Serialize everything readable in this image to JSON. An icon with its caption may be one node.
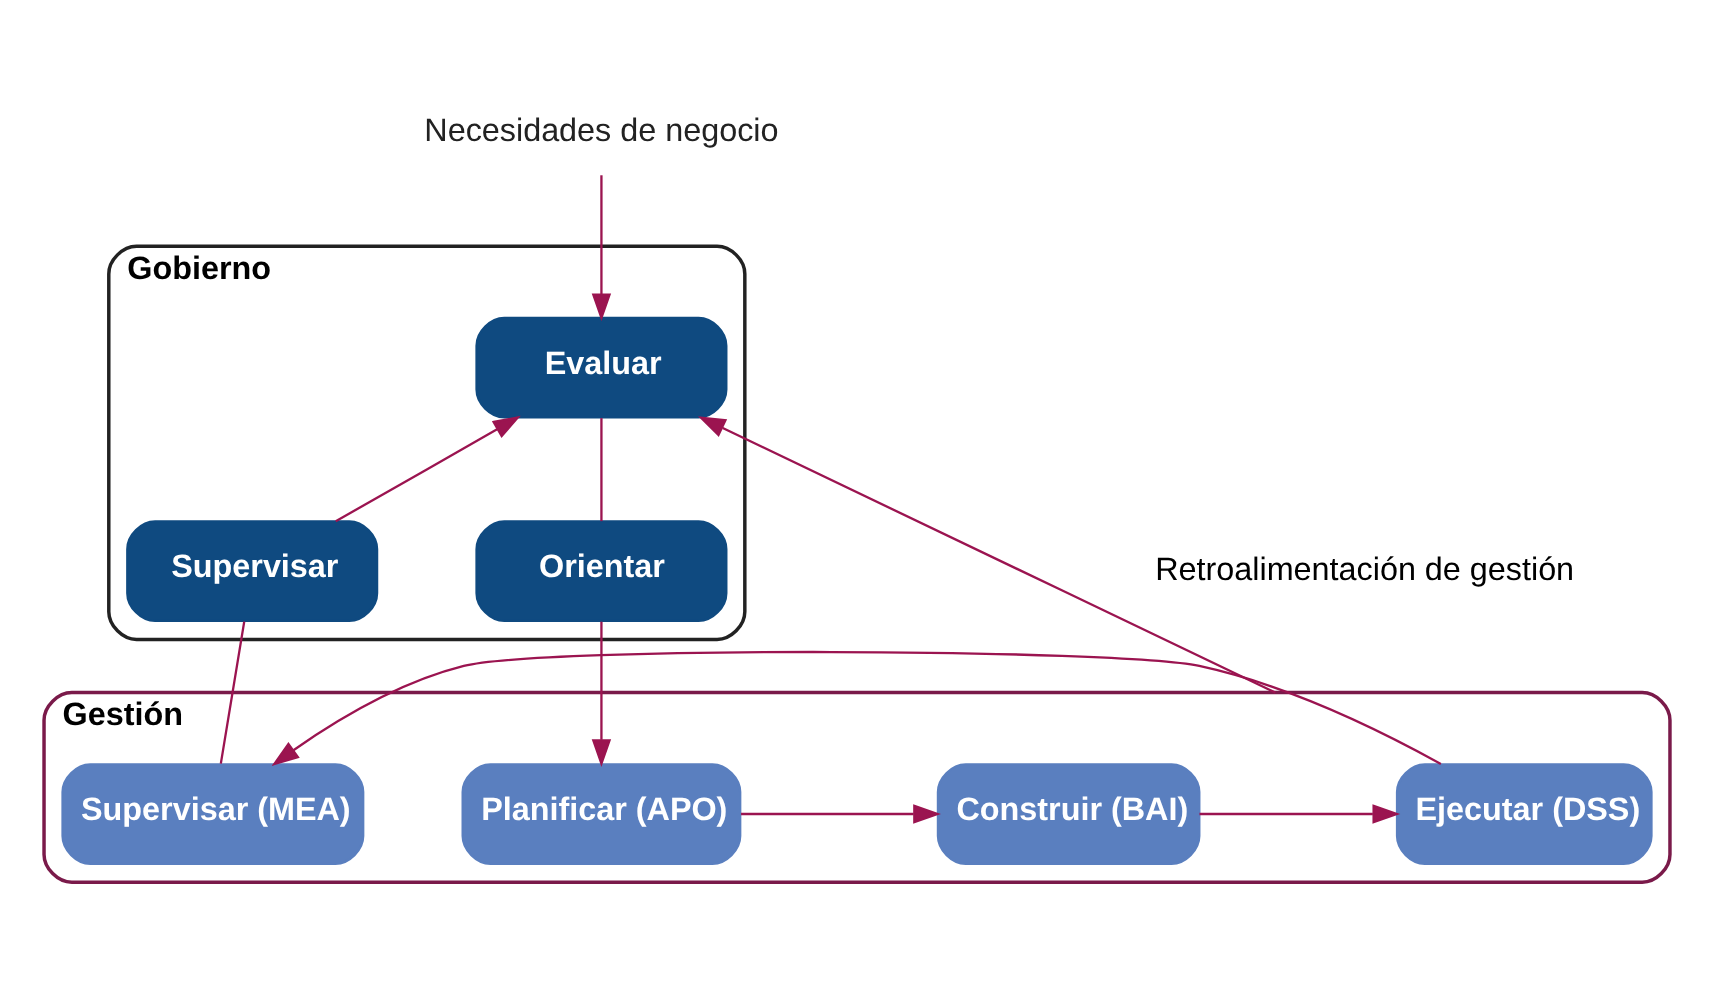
{
  "diagram": {
    "nodes": [
      {
        "text": [
          "Necesidades de negocio"
        ]
      },
      {
        "text": [
          "Gobierno"
        ]
      },
      {
        "text": [
          "Evaluar"
        ],
        "in": 1
      },
      {
        "text": [
          "Orientar"
        ],
        "in": 1
      },
      {
        "text": [
          "Supervisar"
        ],
        "in": 1
      },
      {
        "text": [
          "Gestión"
        ]
      },
      {
        "text": [
          "Planificar (APO)"
        ],
        "in": 5
      },
      {
        "text": [
          "Construir (BAI)"
        ],
        "in": 5
      },
      {
        "text": [
          "Ejecutar (DSS)"
        ],
        "in": 5
      },
      {
        "text": [
          "Supervisar (MEA)"
        ],
        "in": 5
      }
    ],
    "edges": [
      {
        "from": 0,
        "to": 2,
        "arrow": "to"
      },
      {
        "from": 2,
        "to": 3,
        "arrow": "none"
      },
      {
        "from": 3,
        "to": 6,
        "arrow": "to"
      },
      {
        "from": 9,
        "to": 4,
        "arrow": "none"
      },
      {
        "from": 4,
        "to": 2,
        "arrow": "to"
      },
      {
        "from": 5,
        "to": 2,
        "arrow": "to",
        "label": "Retroalimentación de gestión"
      },
      {
        "from": 6,
        "to": 7,
        "arrow": "to"
      },
      {
        "from": 7,
        "to": 8,
        "arrow": "to"
      },
      {
        "from": 8,
        "to": 9,
        "arrow": "to"
      }
    ]
  }
}
